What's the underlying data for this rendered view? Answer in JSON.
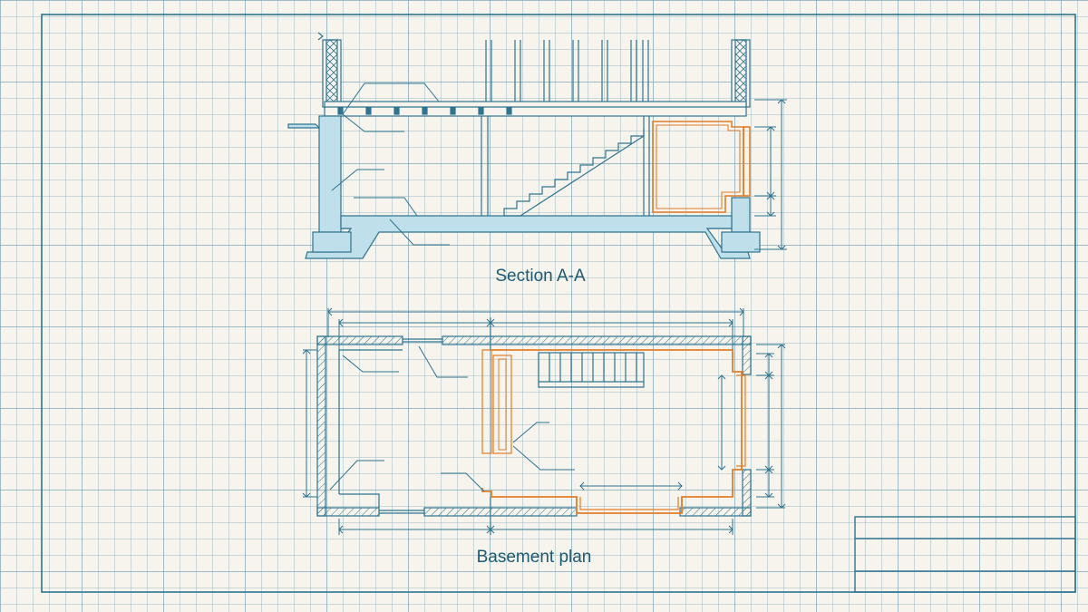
{
  "drawing": {
    "section_caption": "Section A-A",
    "plan_caption": "Basement plan"
  },
  "colors": {
    "ink": "#1d5a72",
    "line": "#2f7390",
    "concrete_fill": "#bfe0ea",
    "highlight": "#e37d28",
    "paper": "#f6f4ec"
  },
  "title_block": {
    "rows": 3,
    "cells": []
  }
}
